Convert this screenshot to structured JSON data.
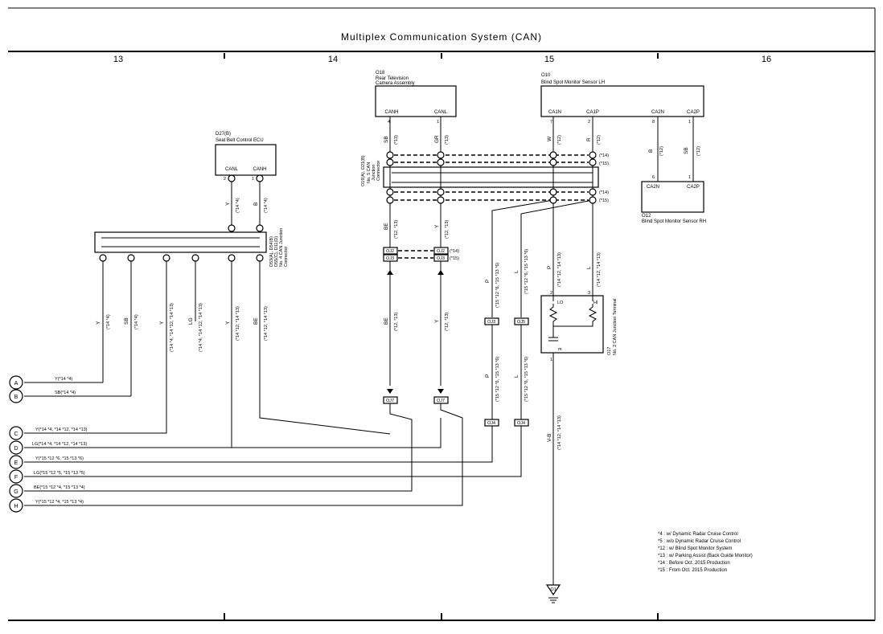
{
  "title": "Multiplex Communication System (CAN)",
  "columns": [
    "13",
    "14",
    "15",
    "16"
  ],
  "components": {
    "rear_tv": {
      "code": "O18",
      "name_line1": "Rear Television",
      "name_line2": "Camera Assembly",
      "pin1": "CANH",
      "pin2": "CANL",
      "pin1_no": "4",
      "pin2_no": "1"
    },
    "bsm_lh": {
      "code": "O10",
      "name": "Blind Spot Monitor Sensor LH",
      "pins": [
        "CA1N",
        "CA1P",
        "CA2N",
        "CA2P"
      ],
      "pin_nos": [
        "7",
        "2",
        "8",
        "1"
      ]
    },
    "bsm_rh": {
      "code": "O12",
      "name": "Blind Spot Monitor Sensor RH",
      "pins": [
        "CA2N",
        "CA2P"
      ],
      "pin_nos": [
        "6",
        "1"
      ]
    },
    "seatbelt_ecu": {
      "code": "D27(B)",
      "name": "Seat Belt Control ECU",
      "pins": [
        "CANL",
        "CANH"
      ],
      "pin_nos": [
        "2",
        "1"
      ]
    },
    "jc4": {
      "line1": "D53(A), D54(B)",
      "line2": "D55(C), D11(D)",
      "line3": "No. 4 CAN Junction",
      "line4": "Connector"
    },
    "jc5": {
      "line1": "O19(A), O21(B)",
      "line2": "No. 5 CAN",
      "line3": "Junction",
      "line4": "Connector"
    },
    "jc2": {
      "code": "O17",
      "name_line1": "No. 2 CAN Junction Terminal",
      "lo": "LO",
      "hi": "HI",
      "m": "m",
      "pin_lo": "2",
      "pin_hi": "3",
      "pin_gnd": "1"
    },
    "ground": "O1"
  },
  "wire_labels": {
    "sb": "SB",
    "gr": "GR",
    "w": "W",
    "r": "R",
    "b": "B",
    "y": "Y",
    "be": "BE",
    "lg": "LG",
    "p": "P",
    "l": "L",
    "vb": "V-B"
  },
  "notes": {
    "n13": "(*13)",
    "n12": "(*12)",
    "n14_4": "(*14 *4)",
    "n12_13": "(*12, *13)",
    "n14_12_14_13": "(*14 *12, *14 *13)",
    "n15_12_6": "(*15 *12 *6, *15 *13 *6)",
    "n14_4_12_13": "(*14 *4, *14 *12, *14 *13)",
    "n14": "(*14)",
    "n15": "(*15)"
  },
  "connectors": {
    "oj2": "OJ2",
    "oj3": "OJ3",
    "oj4": "OJ4",
    "oj5": "OJ5",
    "oj7": "OJ7"
  },
  "offpage": [
    {
      "id": "A",
      "label": "Y(*14 *4)"
    },
    {
      "id": "B",
      "label": "SB(*14 *4)"
    },
    {
      "id": "C",
      "label": "Y(*14 *4, *14 *12, *14 *13)"
    },
    {
      "id": "D",
      "label": "LG(*14 *4, *14 *12, *14 *13)"
    },
    {
      "id": "E",
      "label": "Y(*15 *12 *6, *15 *13 *6)"
    },
    {
      "id": "F",
      "label": "LG(*15 *12 *5, *15 *13 *5)"
    },
    {
      "id": "G",
      "label": "BE(*15 *12 *4, *15 *13 *4)"
    },
    {
      "id": "H",
      "label": "Y(*15 *12 *4, *15 *13 *4)"
    }
  ],
  "legend": [
    "*4 : w/ Dynamic Radar Cruise Control",
    "*5 : w/o Dynamic Radar Cruise Control",
    "*12 : w/ Blind Spot Monitor System",
    "*13 : w/ Parking Assist (Back Guide Monitor)",
    "*14 : Before Oct. 2015 Production",
    "*15 : From Oct. 2015 Production"
  ]
}
